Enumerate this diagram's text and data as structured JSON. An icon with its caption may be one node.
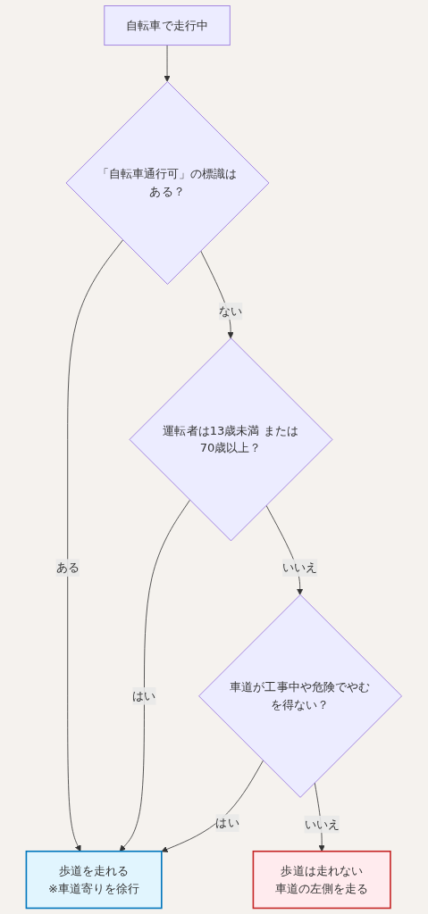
{
  "diagram": {
    "nodes": [
      {
        "text": [
          "自転車で走行中"
        ]
      },
      {
        "text": [
          "「自転車通行可」の標識はある？"
        ]
      },
      {
        "text": [
          "運転者は13歳未満 または70歳以上？"
        ]
      },
      {
        "text": [
          "車道が工事中や危険でやむを得ない？"
        ]
      },
      {
        "text": [
          "歩道を走れる",
          "※車道寄りを徐行"
        ]
      },
      {
        "text": [
          "歩道は走れない",
          "車道の左側を走る"
        ]
      }
    ],
    "edges": [
      {
        "from": 0,
        "to": 1,
        "arrow": "to"
      },
      {
        "from": 1,
        "to": 4,
        "arrow": "to",
        "label": "ある"
      },
      {
        "from": 1,
        "to": 2,
        "arrow": "to",
        "label": "ない"
      },
      {
        "from": 2,
        "to": 4,
        "arrow": "to",
        "label": "はい"
      },
      {
        "from": 2,
        "to": 3,
        "arrow": "to",
        "label": "いいえ"
      },
      {
        "from": 3,
        "to": 4,
        "arrow": "to",
        "label": "はい"
      },
      {
        "from": 3,
        "to": 5,
        "arrow": "to",
        "label": "いいえ"
      }
    ]
  }
}
